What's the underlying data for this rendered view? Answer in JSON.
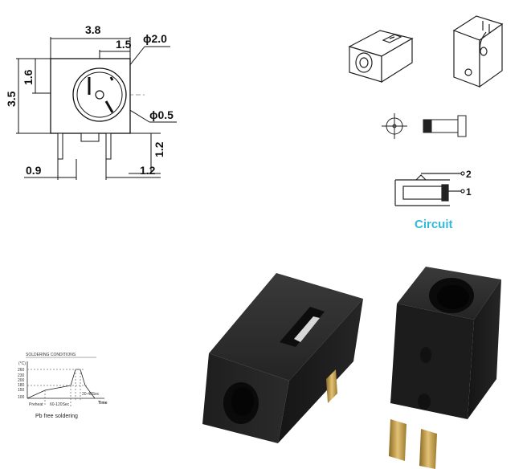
{
  "drawing": {
    "dim_width": "3.8",
    "dim_offset": "1.5",
    "dim_dia_outer": "ϕ2.0",
    "dim_dia_inner": "ϕ0.5",
    "dim_top": "1.6",
    "dim_height": "3.5",
    "dim_pin_len": "1.2",
    "dim_pin_left": "0.9",
    "dim_pin_spacing": "1.2"
  },
  "circuit": {
    "pin2": "2",
    "pin1": "1",
    "label": "Circuit"
  },
  "soldering": {
    "title": "SOLDERING CONDITIONS",
    "y_labels": [
      "260",
      "230",
      "200",
      "180",
      "150",
      "100"
    ],
    "unit": "(°C)",
    "x_label": "Time",
    "preheat": "Preheat",
    "preheat_time": "60-120Sec",
    "peak_time": "20-40Sec",
    "caption": "Pb free soldering"
  },
  "colors": {
    "circuit_label": "#34b9dc",
    "body": "#1f1f1f",
    "pin": "#c9a24a"
  }
}
